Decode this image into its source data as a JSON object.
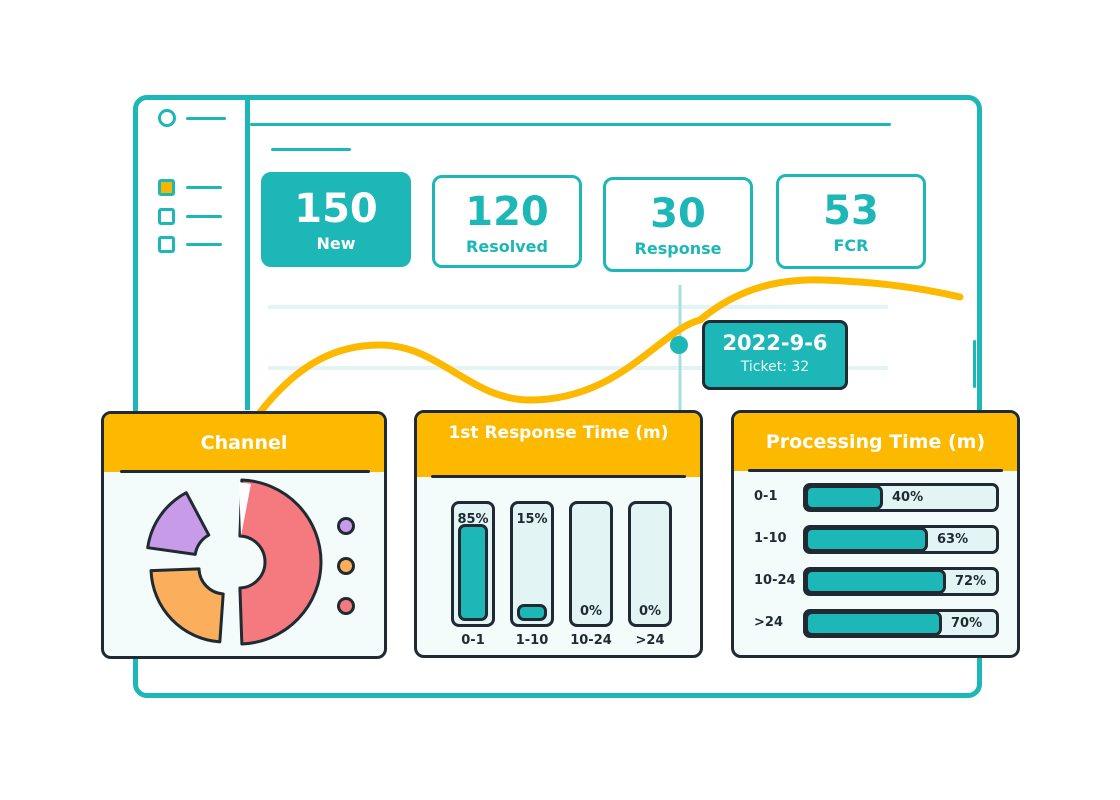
{
  "kpis": [
    {
      "value": "150",
      "label": "New",
      "active": true
    },
    {
      "value": "120",
      "label": "Resolved",
      "active": false
    },
    {
      "value": "30",
      "label": "Response",
      "active": false
    },
    {
      "value": "53",
      "label": "FCR",
      "active": false
    }
  ],
  "tooltip": {
    "date": "2022-9-6",
    "detail": "Ticket: 32"
  },
  "channel": {
    "title": "Channel",
    "slices": [
      {
        "color": "#f47a7f",
        "share": 0.5
      },
      {
        "color": "#fbaf5d",
        "share": 0.25
      },
      {
        "color": "#c79be8",
        "share": 0.15
      }
    ]
  },
  "first_response": {
    "title": "1st Response Time (m)",
    "bars": [
      {
        "label": "0-1",
        "value": 85,
        "text": "85%"
      },
      {
        "label": "1-10",
        "value": 15,
        "text": "15%"
      },
      {
        "label": "10-24",
        "value": 0,
        "text": "0%"
      },
      {
        "label": ">24",
        "value": 0,
        "text": "0%"
      }
    ]
  },
  "processing": {
    "title": "Processing Time (m)",
    "rows": [
      {
        "label": "0-1",
        "value": 40,
        "text": "40%"
      },
      {
        "label": "1-10",
        "value": 63,
        "text": "63%"
      },
      {
        "label": "10-24",
        "value": 72,
        "text": "72%"
      },
      {
        "label": ">24",
        "value": 70,
        "text": "70%"
      }
    ]
  },
  "colors": {
    "teal": "#1cb7b6",
    "yellow": "#fdb900",
    "dark": "#1f2a33"
  }
}
